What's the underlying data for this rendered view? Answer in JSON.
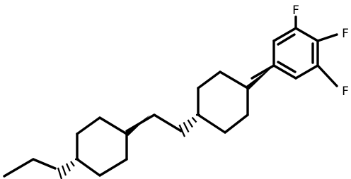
{
  "molecule": {
    "atoms": {
      "f1": "F",
      "f2": "F",
      "f3": "F"
    }
  },
  "colors": {
    "bond": "#000000",
    "label": "#000000",
    "background": "#ffffff"
  }
}
